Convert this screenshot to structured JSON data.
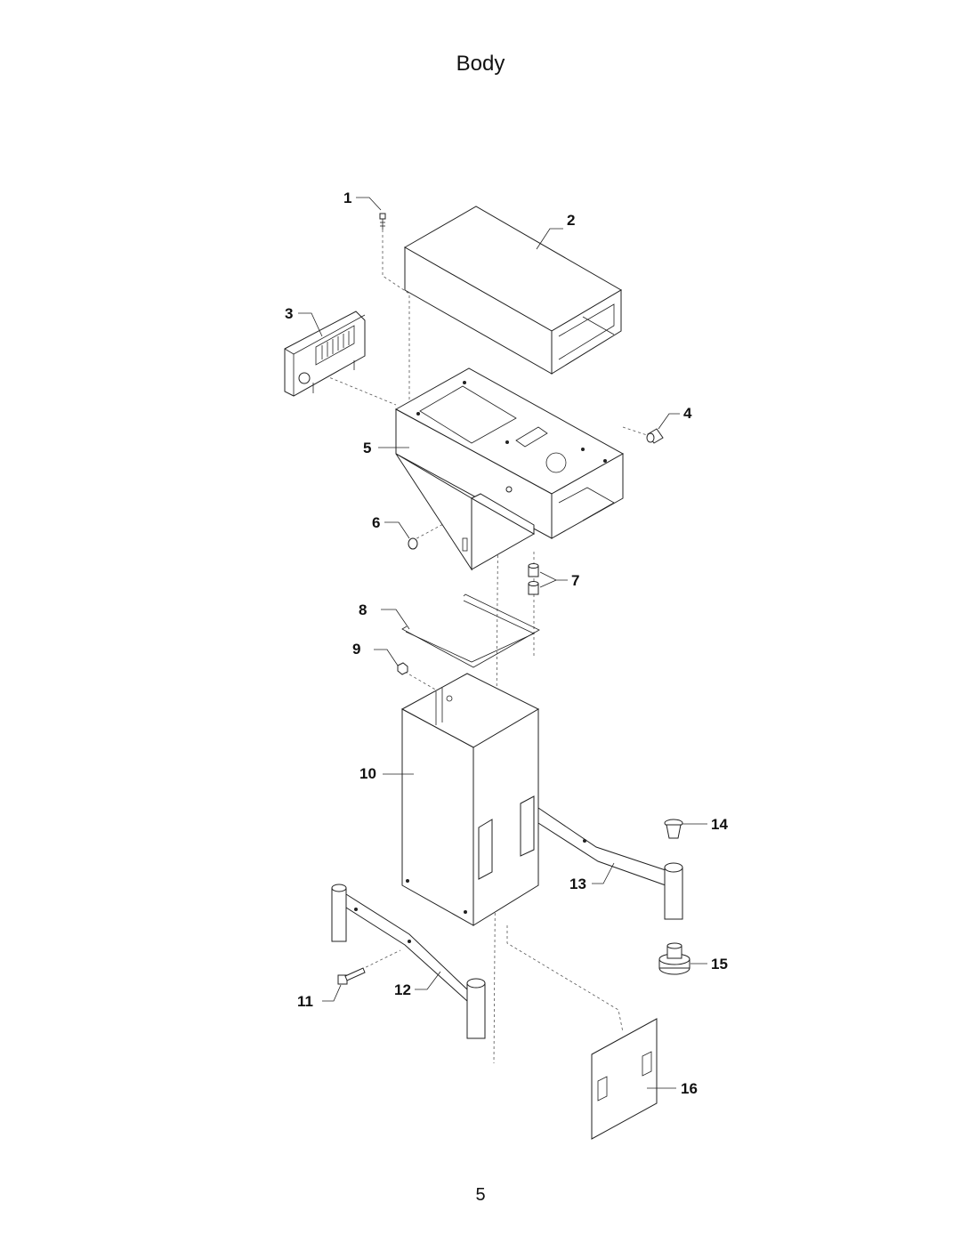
{
  "title": "Body",
  "page_number": "5",
  "callouts": [
    "1",
    "2",
    "3",
    "4",
    "5",
    "6",
    "7",
    "8",
    "9",
    "10",
    "11",
    "12",
    "13",
    "14",
    "15",
    "16"
  ]
}
